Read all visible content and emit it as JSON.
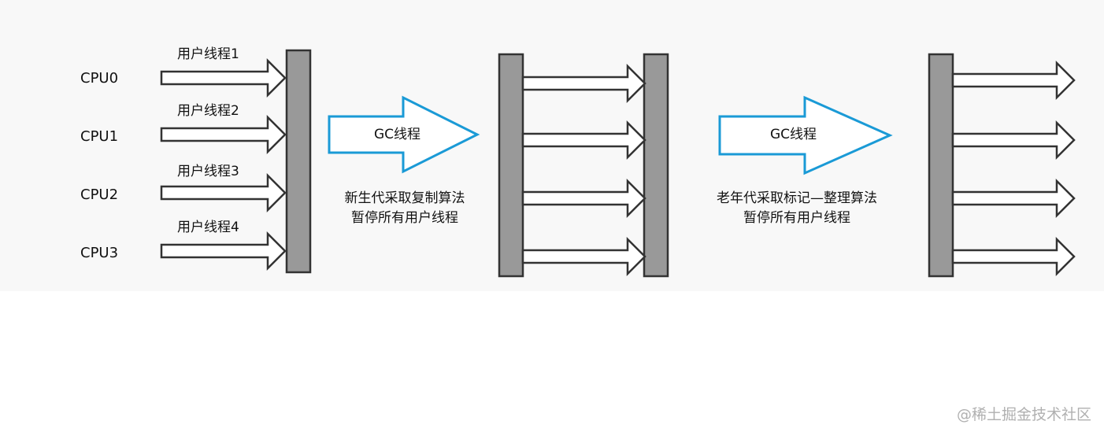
{
  "cpus": [
    "CPU0",
    "CPU1",
    "CPU2",
    "CPU3"
  ],
  "user_threads": [
    "用户线程1",
    "用户线程2",
    "用户线程3",
    "用户线程4"
  ],
  "phase_young": {
    "gc_label": "GC线程",
    "caption_line1": "新生代采取复制算法",
    "caption_line2": "暂停所有用户线程"
  },
  "phase_old": {
    "gc_label": "GC线程",
    "caption_line1": "老年代采取标记—整理算法",
    "caption_line2": "暂停所有用户线程"
  },
  "watermark": "@稀土掘金技术社区",
  "colors": {
    "barrier_fill": "#999999",
    "barrier_stroke": "#333333",
    "thread_arrow_stroke": "#333333",
    "gc_arrow_stroke": "#1a9ad6",
    "background": "#f8f8f8"
  }
}
